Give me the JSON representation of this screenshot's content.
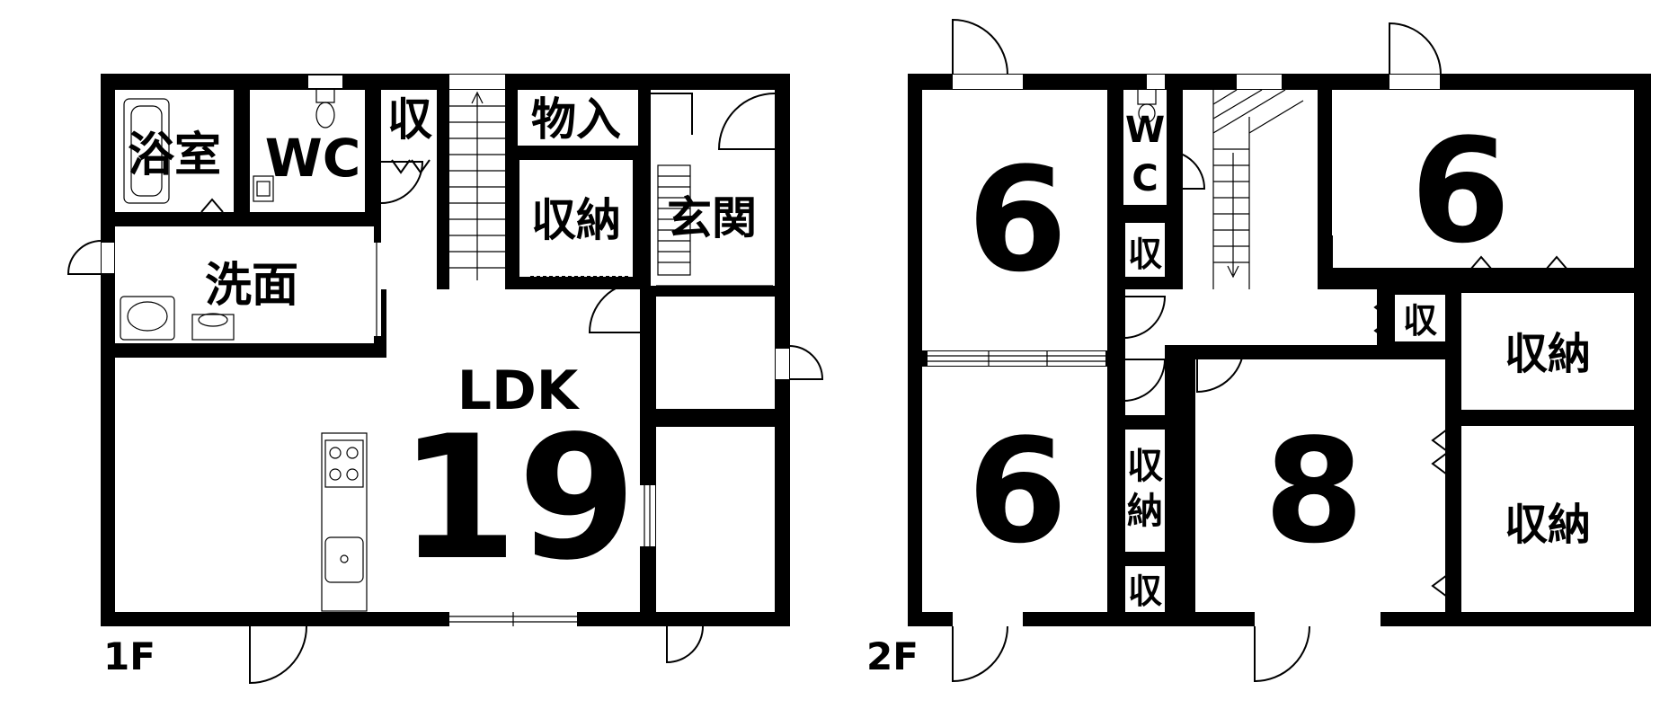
{
  "floor1": {
    "label": "1F",
    "rooms": {
      "bath": "浴室",
      "wc": "WC",
      "storage": "収",
      "closet": "物入",
      "cabinet": "収納",
      "entrance": "玄関",
      "washroom": "洗面",
      "ldk": "LDK",
      "ldk_size": "19"
    }
  },
  "floor2": {
    "label": "2F",
    "rooms": {
      "nw_size": "6",
      "ne_size": "6",
      "sw_size": "6",
      "se_size": "8",
      "wc_w": "W",
      "wc_c": "C",
      "storage_a": "収",
      "storage_b": "収",
      "storage_c": "収",
      "storage_d1": "収",
      "storage_d2": "納",
      "cabinet_a": "収納",
      "cabinet_b": "収納"
    }
  }
}
